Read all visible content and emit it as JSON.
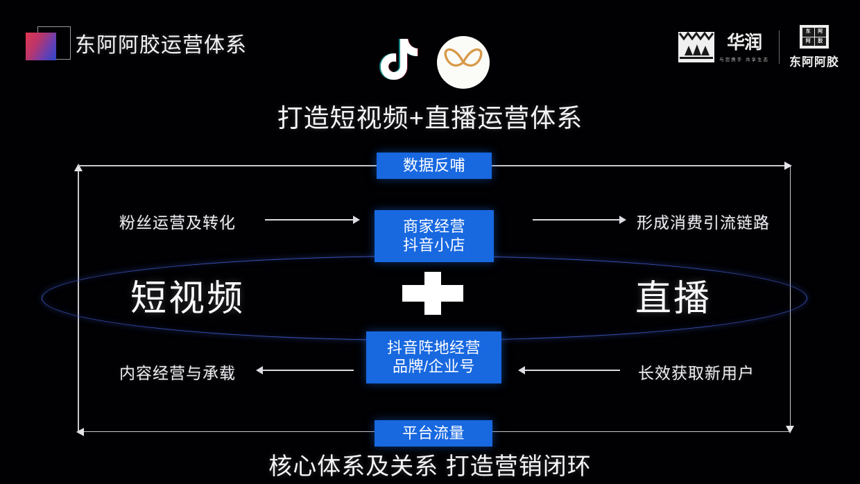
{
  "header": {
    "logo_icon": "gradient-square-logo",
    "title": "东阿阿胶运营体系"
  },
  "brands": {
    "china_resources": {
      "icon": "mountain-peaks-icon",
      "name": "华润",
      "tagline": "与您携手 共享生态"
    },
    "dongejiao": {
      "icon": "dongejiao-seal-icon",
      "seal_chars": [
        "东",
        "阿",
        "阿",
        "胶"
      ],
      "name": "东阿阿胶"
    }
  },
  "platform_icons": [
    {
      "name": "tiktok-douyin-icon",
      "label": "抖音"
    },
    {
      "name": "douyin-butterfly-icon",
      "label": "蝴蝶"
    }
  ],
  "headline": "打造短视频+直播运营体系",
  "diagram": {
    "top_box": "数据反哺",
    "bottom_box": "平台流量",
    "center_upper_box": [
      "商家经营",
      "抖音小店"
    ],
    "center_lower_box": [
      "抖音阵地经营",
      "品牌/企业号"
    ],
    "left_big_word": "短视频",
    "right_big_word": "直播",
    "plus_symbol": "+",
    "labels": {
      "top_left": "粉丝运营及转化",
      "top_right": "形成消费引流链路",
      "bottom_left": "内容经营与承载",
      "bottom_right": "长效获取新用户"
    },
    "arrows": {
      "top_left_direction": "right",
      "top_right_direction": "right",
      "bottom_left_direction": "left",
      "bottom_right_direction": "left"
    }
  },
  "footer_caption": "核心体系及关系  打造营销闭环",
  "colors": {
    "background": "#010103",
    "box_blue": "#1868e0",
    "ellipse_blue": "#3d53b8",
    "line_gray": "#c9c9cf",
    "text_white": "#f4f4f6"
  }
}
